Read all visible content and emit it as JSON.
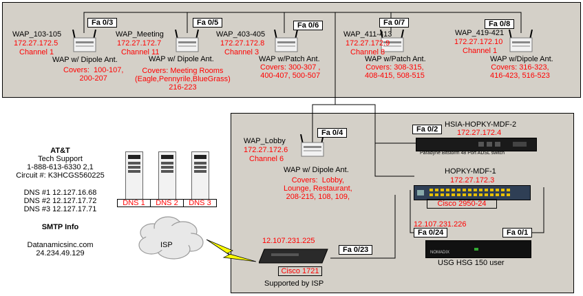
{
  "wireless_top": {
    "aps": [
      {
        "name": "WAP_103-105",
        "ip": "172.27.172.5",
        "channel": "Channel 1",
        "type": "WAP w/ Dipole Ant.",
        "port": "Fa 0/3",
        "covers": "Covers:  100-107,\n200-207"
      },
      {
        "name": "WAP_Meeting",
        "ip": "172.27.172.7",
        "channel": "Channel 11",
        "type": "WAP w/ Dipole Ant.",
        "port": "Fa 0/5",
        "covers": "Covers: Meeting Rooms\n(Eagle,Pennyrile,BlueGrass)\n216-223"
      },
      {
        "name": "WAP_403-405",
        "ip": "172.27.172.8",
        "channel": "Channel 3",
        "type": "WAP w/Patch Ant.",
        "port": "Fa 0/6",
        "covers": "Covers: 300-307 ,\n400-407, 500-507"
      },
      {
        "name": "WAP_411-413",
        "ip": "172.27.172.9",
        "channel": "Channel 8",
        "type": "WAP w/Patch Ant.",
        "port": "Fa 0/7",
        "covers": "Covers: 308-315,\n408-415, 508-515"
      },
      {
        "name": "WAP_419-421",
        "ip": "172.27.172.10",
        "channel": "Channel 1",
        "type": "WAP w/Dipole Ant.",
        "port": "Fa 0/8",
        "covers": "Covers: 316-323,\n416-423, 516-523"
      }
    ]
  },
  "lobby": {
    "name": "WAP_Lobby",
    "ip": "172.27.172.6",
    "channel": "Channel 6",
    "type": "WAP w/ Dipole Ant.",
    "port": "Fa 0/4",
    "covers": "Covers:  Lobby,\nLounge, Restaurant,\n208-215, 108, 109,"
  },
  "mdf2": {
    "name": "HSIA-HOPKY-MDF-2",
    "ip": "172.27.172.4",
    "port": "Fa 0/2",
    "device_text": "Paradyne  Bitstorm 48 Port ADSL switch"
  },
  "mdf1": {
    "name": "HOPKY-MDF-1",
    "ip": "172.27.172.3",
    "model": "Cisco 2950-24"
  },
  "usg": {
    "ip": "12.107.231.226",
    "port_left": "Fa 0/24",
    "port_right": "Fa 0/1",
    "label": "USG HSG 150 user",
    "brand": "NOMADIX"
  },
  "router": {
    "ip": "12.107.231.225",
    "model": "Cisco 1721",
    "port": "Fa 0/23",
    "caption": "Supported by ISP"
  },
  "isp": {
    "label": "ISP"
  },
  "att": {
    "title": "AT&T",
    "lines": [
      "Tech Support",
      "1-888-613-6330  2,1",
      "Circuit #: K3HCGS560225"
    ],
    "dns": [
      "DNS #1 12.127.16.68",
      "DNS #2 12.127.17.72",
      "DNS #3 12.127.17.71"
    ]
  },
  "dns_servers": [
    "DNS 1",
    "DNS 2",
    "DNS 3"
  ],
  "smtp": {
    "title": "SMTP Info",
    "lines": [
      "Datanamicsinc.com",
      "24.234.49.129"
    ]
  }
}
